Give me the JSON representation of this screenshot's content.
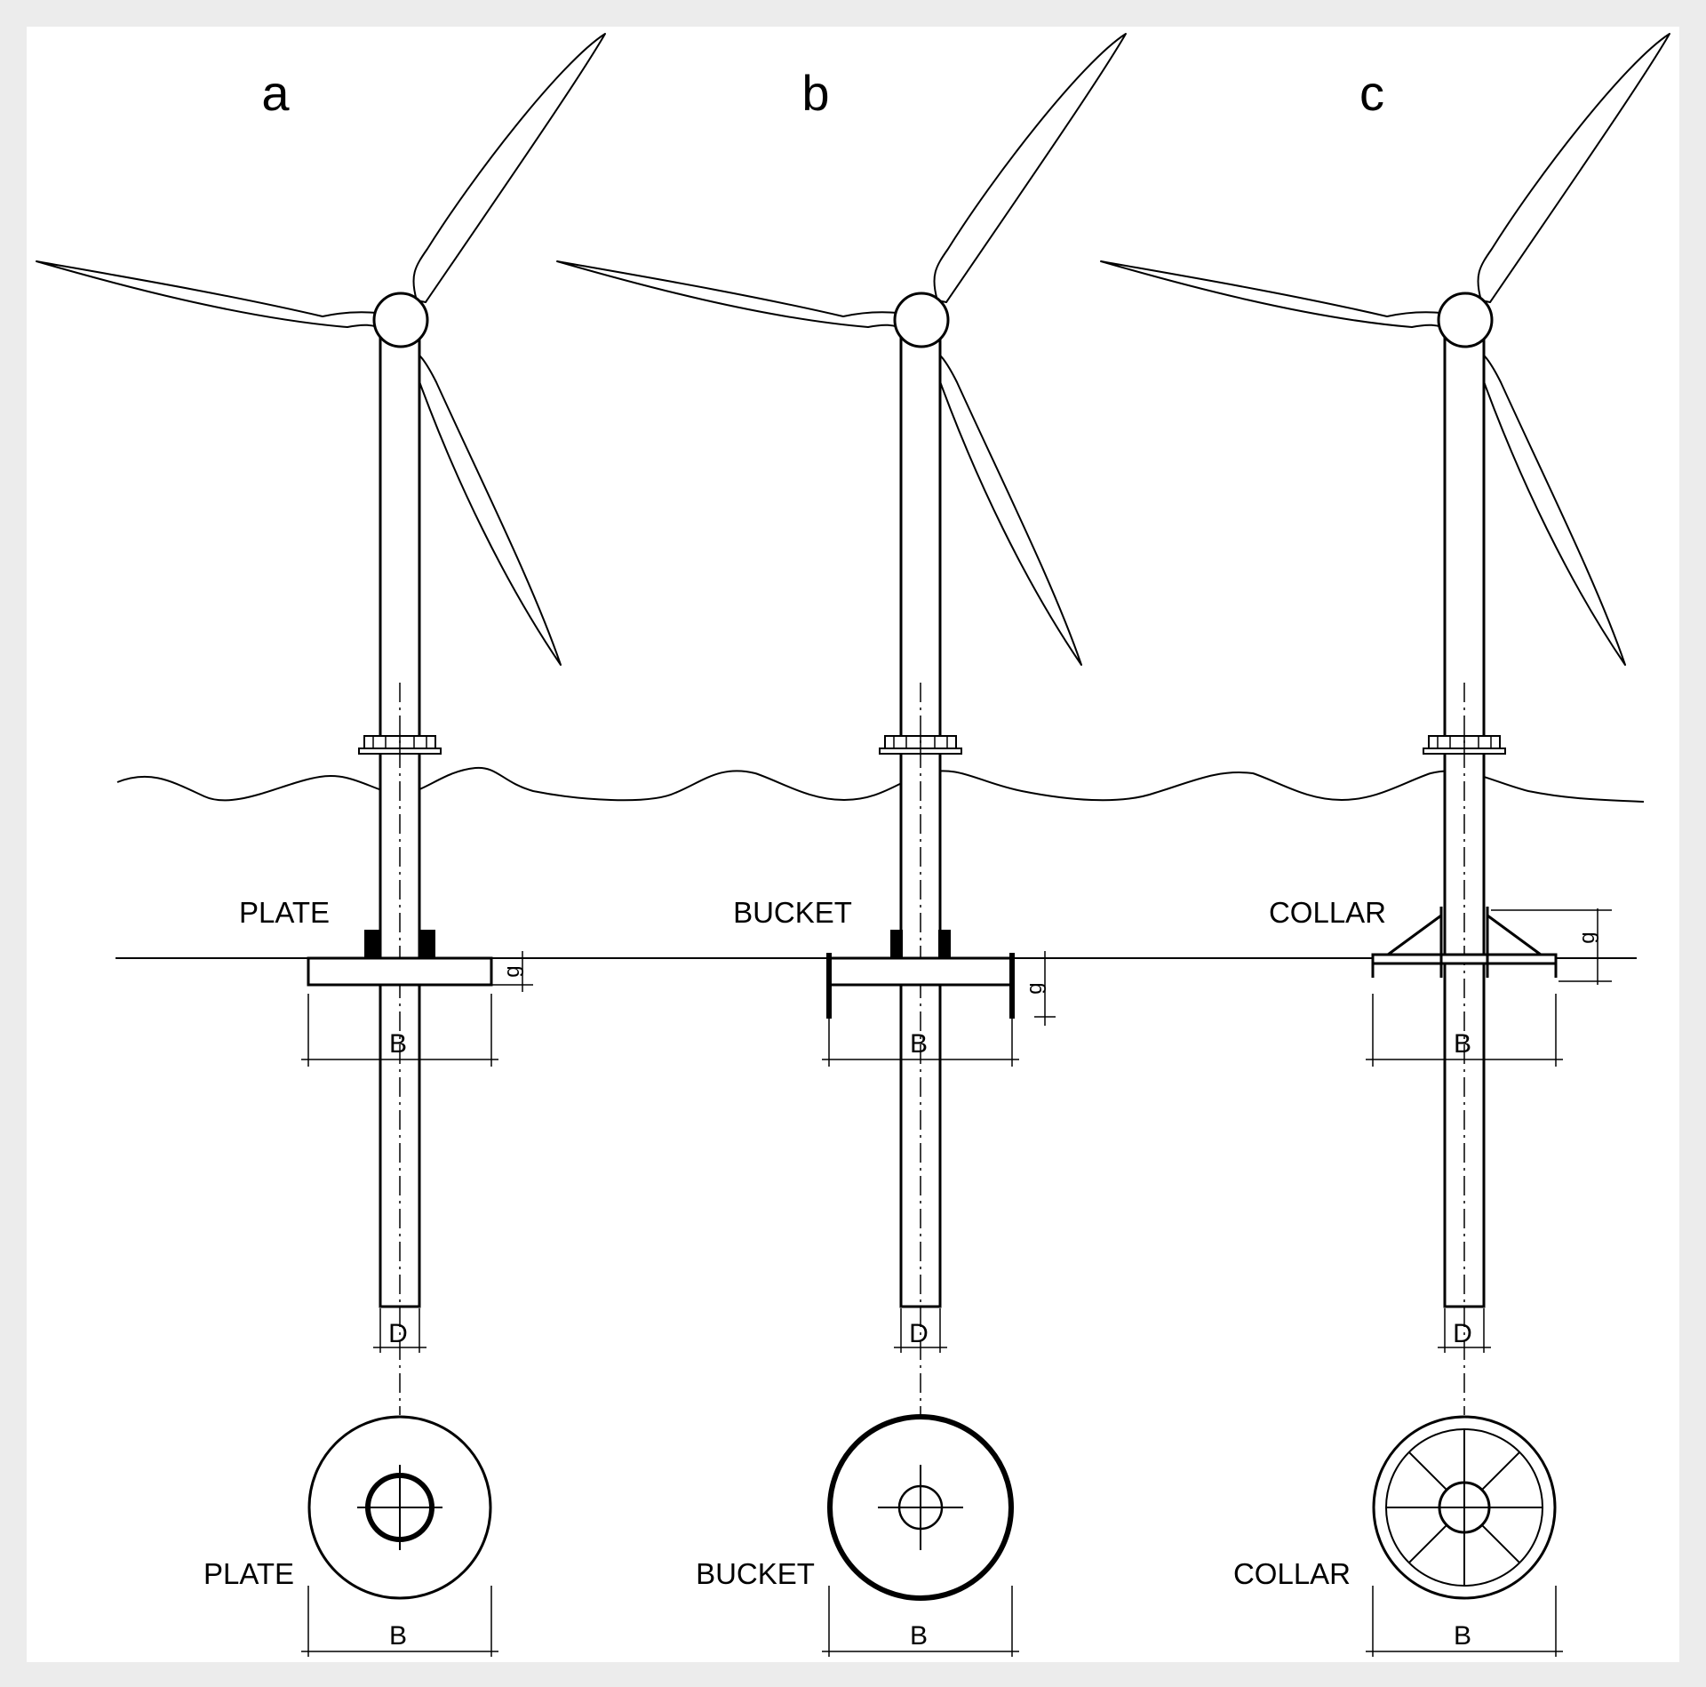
{
  "colors": {
    "background": "#ececec",
    "paper": "#ffffff",
    "ink": "#000000"
  },
  "panels": [
    {
      "letter": "a",
      "foundation": "PLATE",
      "plan_label": "PLATE",
      "width_symbol": "B",
      "pile_symbol": "D",
      "gap_symbol": "g"
    },
    {
      "letter": "b",
      "foundation": "BUCKET",
      "plan_label": "BUCKET",
      "width_symbol": "B",
      "pile_symbol": "D",
      "gap_symbol": "g"
    },
    {
      "letter": "c",
      "foundation": "COLLAR",
      "plan_label": "COLLAR",
      "width_symbol": "B",
      "pile_symbol": "D",
      "gap_symbol": "g"
    }
  ]
}
